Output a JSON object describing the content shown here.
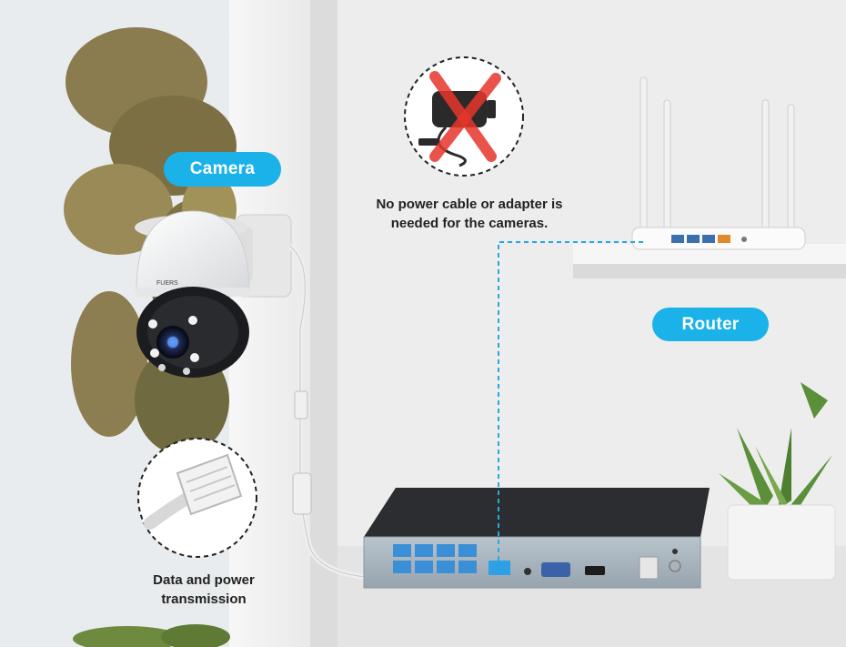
{
  "labels": {
    "camera": "Camera",
    "router": "Router",
    "no_power_line1": "No power cable or adapter is",
    "no_power_line2": "needed for the cameras.",
    "data_power_line1": "Data and power",
    "data_power_line2": "transmission"
  },
  "camera_brand": "FUERS",
  "icons": {
    "no_adapter": "power-adapter-crossed-icon",
    "rj45": "ethernet-plug-icon"
  },
  "colors": {
    "accent": "#1ab2e8",
    "cross": "#e6362b",
    "nvr_body": "#2b2d31",
    "poe_port": "#3a8fd6",
    "cable_dash": "#2aa7e0"
  }
}
